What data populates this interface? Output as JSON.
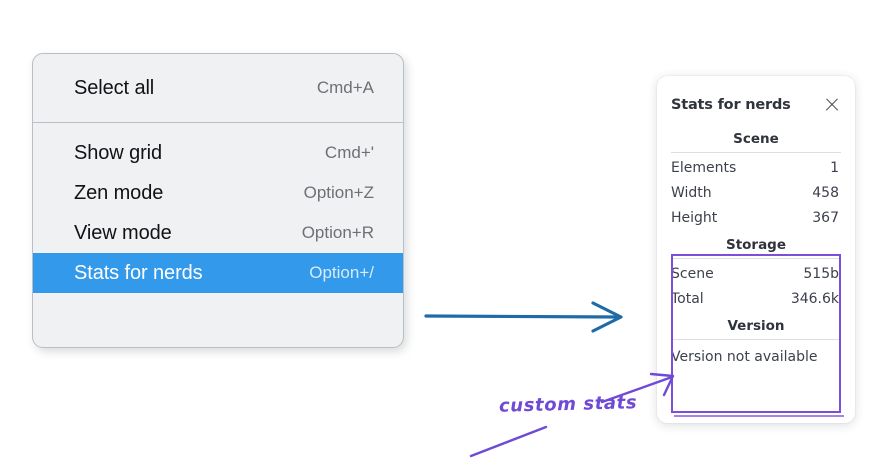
{
  "context_menu": {
    "groups": [
      {
        "name": "group-top",
        "items": [
          {
            "label": "Select all",
            "shortcut": "Cmd+A",
            "selected": false,
            "key": "select-all"
          }
        ]
      },
      {
        "name": "group-main",
        "items": [
          {
            "label": "Show grid",
            "shortcut": "Cmd+'",
            "selected": false,
            "key": "show-grid"
          },
          {
            "label": "Zen mode",
            "shortcut": "Option+Z",
            "selected": false,
            "key": "zen-mode"
          },
          {
            "label": "View mode",
            "shortcut": "Option+R",
            "selected": false,
            "key": "view-mode"
          },
          {
            "label": "Stats for nerds",
            "shortcut": "Option+/",
            "selected": true,
            "key": "stats-for-nerds"
          }
        ]
      }
    ],
    "highlight_color": "#3399eb",
    "background_color": "#f0f1f3"
  },
  "stats_panel": {
    "title": "Stats for nerds",
    "close_icon": "close-icon",
    "sections": [
      {
        "key": "scene",
        "title": "Scene",
        "rows": [
          {
            "label": "Elements",
            "value": "1"
          },
          {
            "label": "Width",
            "value": "458"
          },
          {
            "label": "Height",
            "value": "367"
          }
        ]
      },
      {
        "key": "storage",
        "title": "Storage",
        "rows": [
          {
            "label": "Scene",
            "value": "515b"
          },
          {
            "label": "Total",
            "value": "346.6k"
          }
        ]
      },
      {
        "key": "version",
        "title": "Version",
        "note": "Version not available",
        "rows": []
      }
    ],
    "highlight_box_color": "#7c4fdb"
  },
  "annotations": {
    "label": "custom stats",
    "label_color": "#6f4ad6",
    "blue_arrow_color": "#1e6ba8",
    "purple_line_color": "#6f4ad6"
  }
}
